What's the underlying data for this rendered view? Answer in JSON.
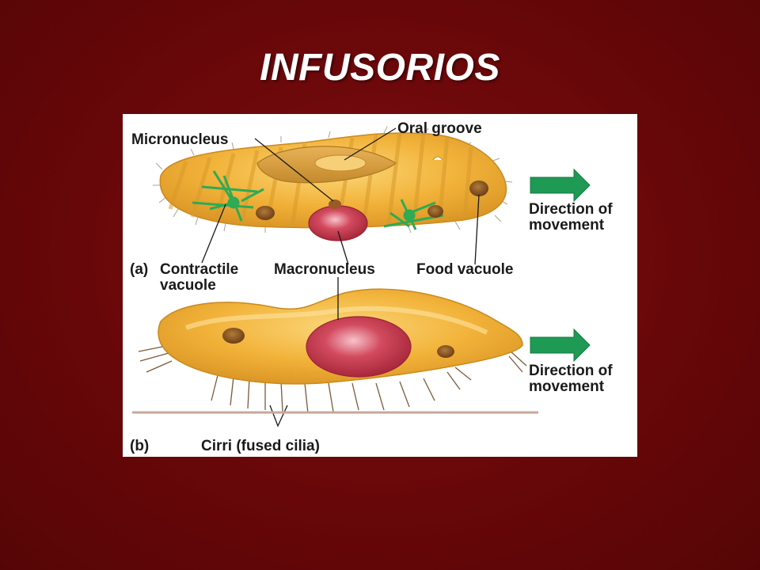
{
  "slide": {
    "title": "INFUSORIOS"
  },
  "diagram": {
    "labels": {
      "micronucleus": "Micronucleus",
      "oral_groove": "Oral groove",
      "direction_a_line1": "Direction of",
      "direction_a_line2": "movement",
      "part_a": "(a)",
      "contractile_line1": "Contractile",
      "contractile_line2": "vacuole",
      "macronucleus": "Macronucleus",
      "food_vacuole": "Food vacuole",
      "direction_b_line1": "Direction of",
      "direction_b_line2": "movement",
      "part_b": "(b)",
      "cirri": "Cirri (fused cilia)"
    },
    "colors": {
      "background": "#6e0a0c",
      "body": "#f2b33a",
      "body_edge": "#c98a1e",
      "nucleus": "#d24a5e",
      "vacuole": "#2faa55",
      "arrow": "#1e9a55",
      "food_vacuole": "#7a4a1e"
    }
  }
}
